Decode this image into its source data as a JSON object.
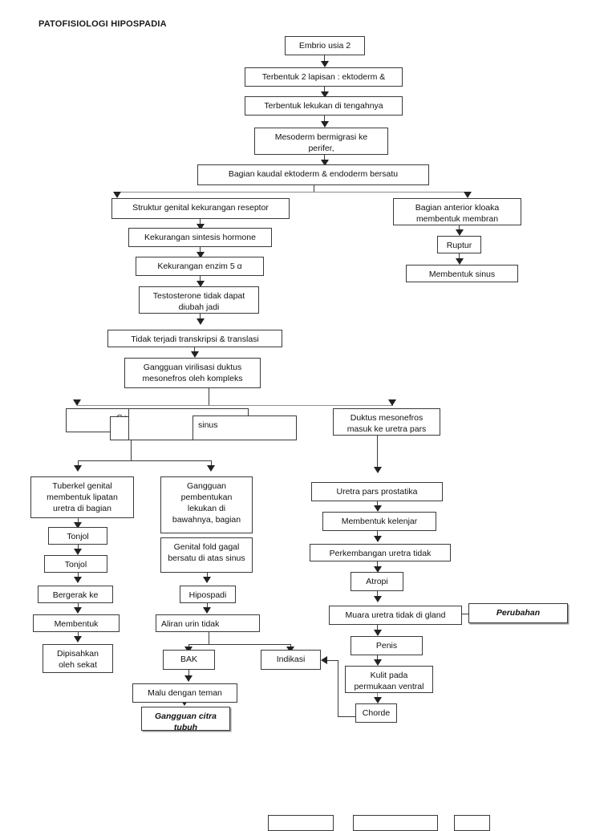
{
  "document": {
    "title": "PATOFISIOLOGI HIPOSPADIA"
  },
  "nodes": {
    "embrio": "Embrio usia 2",
    "dua_lapisan": "Terbentuk 2 lapisan : ektoderm &",
    "lekukan": "Terbentuk lekukan di tengahnya",
    "mesoderm": "Mesoderm bermigrasi ke\nperifer,",
    "kaudal": "Bagian kaudal ektoderm & endoderm bersatu",
    "struktur_genital": "Struktur genital kekurangan reseptor",
    "kekurangan_sintesis": "Kekurangan sintesis hormone",
    "kekurangan_enzim": "Kekurangan enzim 5 α",
    "testosterone": "Testosterone tidak dapat\ndiubah jadi",
    "tidak_transkripsi": "Tidak terjadi transkripsi & translasi",
    "gangguan_virilisasi": "Gangguan virilisasi duktus\nmesonefros oleh kompleks",
    "anterior_kloaka": "Bagian anterior kloaka\nmembentuk membran",
    "ruptur": "Ruptur",
    "membentuk_sinus": "Membentuk sinus",
    "gangguan_pe": "Gangguan pe",
    "ge_clip": "Ge",
    "sinus_clip": "sinus",
    "duktus_mesonefros": "Duktus mesonefros\nmasuk ke uretra pars",
    "tuberkel": "Tuberkel genital\nmembentuk lipatan\nuretra di bagian",
    "tonjol1": "Tonjol",
    "tonjol2": "Tonjol",
    "bergerak": "Bergerak ke",
    "membentuk": "Membentuk",
    "dipisahkan": "Dipisahkan\noleh sekat",
    "gangguan_pembentukan": "Gangguan\npembentukan\nlekukan di\nbawahnya, bagian",
    "genital_fold": "Genital fold gagal\nbersatu di atas sinus",
    "hipospadi": "Hipospadi",
    "aliran_urin": "Aliran urin tidak",
    "bak": "BAK",
    "indikasi": "Indikasi",
    "malu": "Malu dengan teman",
    "gangguan_citra": "Gangguan citra\ntubuh",
    "uretra_pars": "Uretra pars prostatika",
    "membentuk_kelenjar": "Membentuk kelenjar",
    "perkembangan_uretra": "Perkembangan uretra tidak",
    "atropi": "Atropi",
    "muara_uretra": "Muara uretra tidak di gland",
    "perubahan": "Perubahan",
    "penis": "Penis",
    "kulit_ventral": "Kulit pada\npermukaan ventral",
    "chorde": "Chorde",
    "bottom_cut_1": "",
    "bottom_cut_2": "",
    "bottom_cut_3": ""
  },
  "colors": {
    "stroke": "#3a3a3a",
    "stroke_light": "#8d8d8d",
    "arrow": "#222222",
    "text": "#111111",
    "background": "#ffffff"
  }
}
